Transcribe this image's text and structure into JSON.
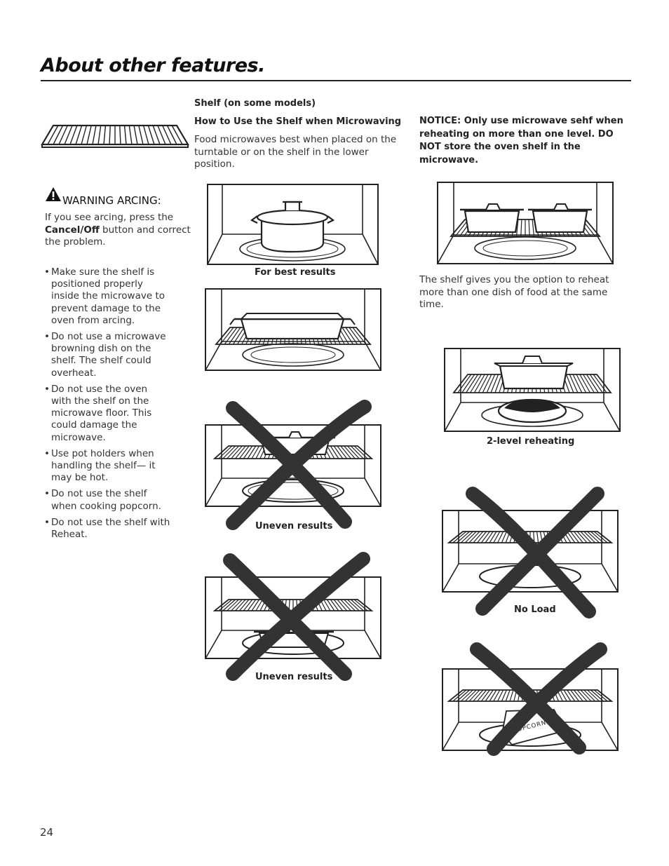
{
  "header": {
    "title": "About other features."
  },
  "intro": {
    "shelf_label": "Shelf (on some models)",
    "how_to_title": "How to Use the Shelf when Microwaving",
    "how_to_text": "Food microwaves best when placed on the turntable or on the shelf in the lower position.",
    "notice": "NOTICE:  Only use microwave sehf when reheating on more than one level.  DO NOT store the oven shelf in the microwave."
  },
  "warning": {
    "title": "WARNING ARCING:",
    "text_before": "If you see arcing, press the ",
    "text_bold": "Cancel/Off",
    "text_after": " button and correct the problem."
  },
  "bullets": [
    "Make sure the shelf is positioned properly inside the microwave to prevent damage to the oven from arcing.",
    "Do not use a microwave browning dish on the shelf. The shelf could overheat.",
    "Do not use the oven with the shelf on the microwave floor. This could damage the microwave.",
    "Use pot holders when handling the shelf— it may be hot.",
    "Do not use the shelf when cooking popcorn.",
    "Do not use the shelf with Reheat."
  ],
  "captions": {
    "best": "For best results",
    "uneven1": "Uneven results",
    "uneven2": "Uneven results",
    "reheat_desc": "The shelf gives you the option to reheat more than one dish of food at the same time.",
    "two_level": "2-level reheating",
    "no_load": "No Load"
  },
  "popcorn_label": "POPCORN",
  "footer": {
    "page_number": "24"
  }
}
